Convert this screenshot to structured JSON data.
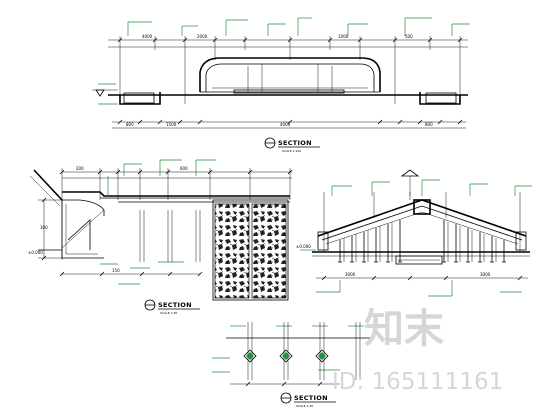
{
  "drawing": {
    "top_section": {
      "title": "SECTION",
      "scale": "SCALE 1:100"
    },
    "left_section": {
      "title": "SECTION",
      "scale": "SCALE 1:30"
    },
    "bottom_section": {
      "title": "SECTION",
      "scale": "SCALE 1:30"
    },
    "dimension_labels": [
      "4000",
      "2000",
      "1000",
      "500",
      "800",
      "1500",
      "200",
      "600",
      "300",
      "3000",
      "150"
    ],
    "level_tag": "±0.000"
  },
  "watermark": {
    "logo_text": "知末",
    "id_label": "ID: 165111161"
  },
  "colors": {
    "line": "#000000",
    "marker": "#1e8f3a",
    "watermark": "#d6d6d6"
  }
}
